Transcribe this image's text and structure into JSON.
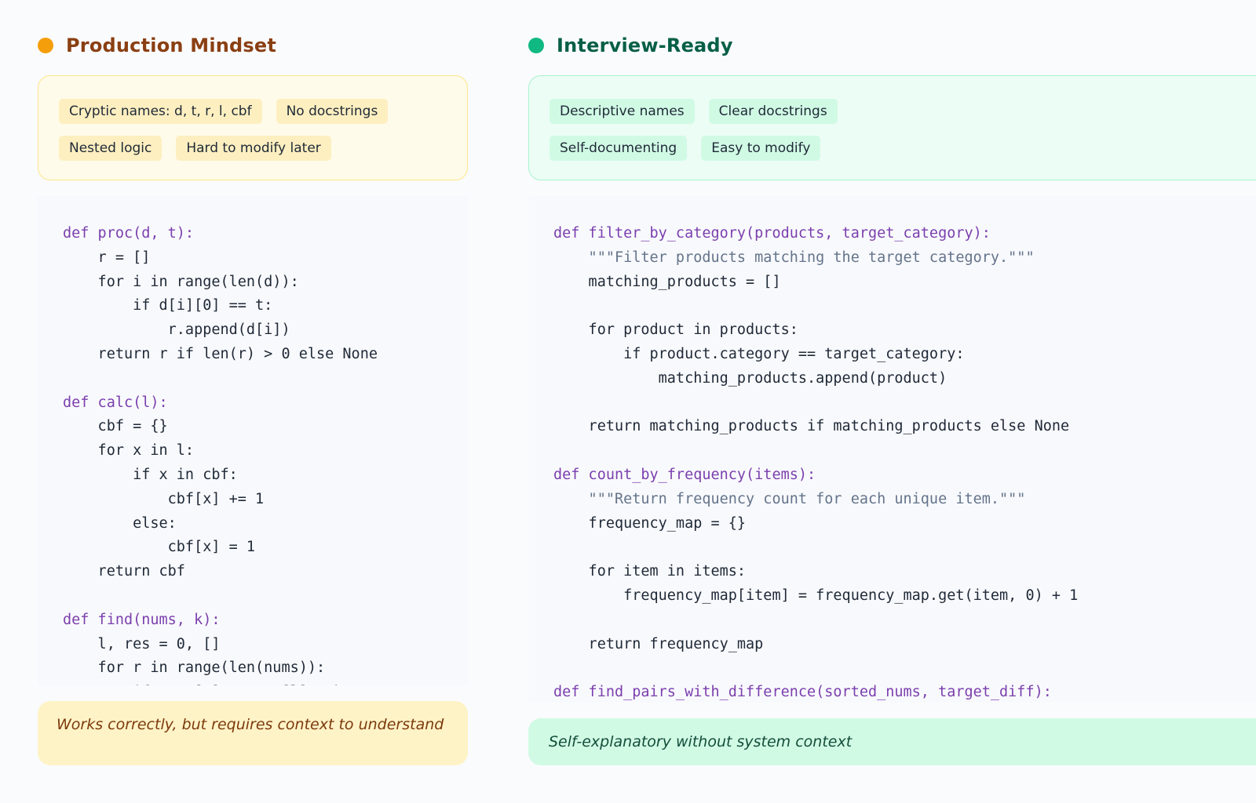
{
  "left": {
    "title": "Production Mindset",
    "dot_color": "#f59e0b",
    "title_color": "#8a3f12",
    "tags": [
      [
        "Cryptic names: d, t, r, l, cbf",
        "No docstrings"
      ],
      [
        "Nested logic",
        "Hard to modify later"
      ]
    ],
    "code_lines": [
      {
        "t": "def proc(d, t):",
        "k": "def"
      },
      {
        "t": "    r = []"
      },
      {
        "t": "    for i in range(len(d)):"
      },
      {
        "t": "        if d[i][0] == t:"
      },
      {
        "t": "            r.append(d[i])"
      },
      {
        "t": "    return r if len(r) > 0 else None"
      },
      {
        "t": ""
      },
      {
        "t": "def calc(l):",
        "k": "def"
      },
      {
        "t": "    cbf = {}"
      },
      {
        "t": "    for x in l:"
      },
      {
        "t": "        if x in cbf:"
      },
      {
        "t": "            cbf[x] += 1"
      },
      {
        "t": "        else:"
      },
      {
        "t": "            cbf[x] = 1"
      },
      {
        "t": "    return cbf"
      },
      {
        "t": ""
      },
      {
        "t": "def find(nums, k):",
        "k": "def"
      },
      {
        "t": "    l, res = 0, []"
      },
      {
        "t": "    for r in range(len(nums)):"
      },
      {
        "t": "        if nums[r] - nums[l] > k:"
      }
    ],
    "footer": "Works correctly, but requires context to understand"
  },
  "right": {
    "title": "Interview-Ready",
    "dot_color": "#10b981",
    "title_color": "#065f46",
    "tags": [
      [
        "Descriptive names",
        "Clear docstrings"
      ],
      [
        "Self-documenting",
        "Easy to modify"
      ]
    ],
    "code_lines": [
      {
        "t": "def filter_by_category(products, target_category):",
        "k": "def"
      },
      {
        "t": "    \"\"\"Filter products matching the target category.\"\"\"",
        "k": "doc"
      },
      {
        "t": "    matching_products = []"
      },
      {
        "t": ""
      },
      {
        "t": "    for product in products:"
      },
      {
        "t": "        if product.category == target_category:"
      },
      {
        "t": "            matching_products.append(product)"
      },
      {
        "t": ""
      },
      {
        "t": "    return matching_products if matching_products else None"
      },
      {
        "t": ""
      },
      {
        "t": "def count_by_frequency(items):",
        "k": "def"
      },
      {
        "t": "    \"\"\"Return frequency count for each unique item.\"\"\"",
        "k": "doc"
      },
      {
        "t": "    frequency_map = {}"
      },
      {
        "t": ""
      },
      {
        "t": "    for item in items:"
      },
      {
        "t": "        frequency_map[item] = frequency_map.get(item, 0) + 1"
      },
      {
        "t": ""
      },
      {
        "t": "    return frequency_map"
      },
      {
        "t": ""
      },
      {
        "t": "def find_pairs_with_difference(sorted_nums, target_diff):",
        "k": "def"
      }
    ],
    "footer": "Self-explanatory without system context"
  },
  "colors": {
    "left_box_bg": "#fffbea",
    "left_box_border": "#fde68a",
    "left_tag_bg": "#fdefc0",
    "right_box_bg": "#ecfdf5",
    "right_box_border": "#a7f3d0",
    "right_tag_bg": "#d1fae5"
  }
}
